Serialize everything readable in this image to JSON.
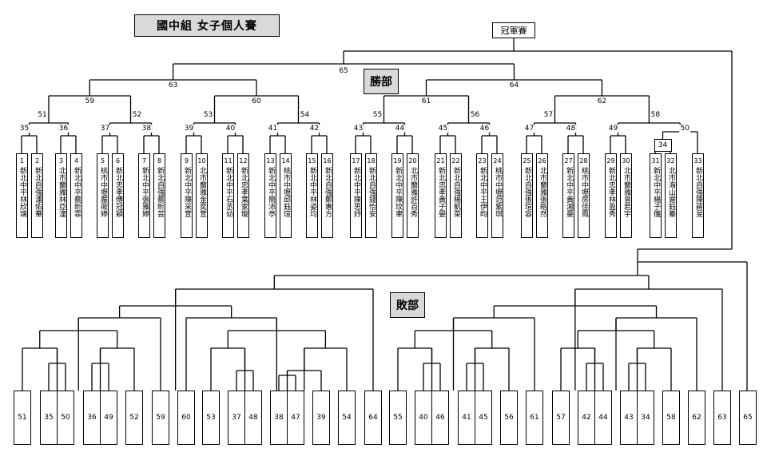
{
  "title": "國中組  女子個人賽",
  "final_label": "冠軍賽",
  "winners_label": "勝部",
  "losers_label": "敗部",
  "players": [
    {
      "seed": "1",
      "name": "新北中平林欣璃"
    },
    {
      "seed": "2",
      "name": "新北自強潘佑華"
    },
    {
      "seed": "3",
      "name": "北市蘭雅林亞潼"
    },
    {
      "seed": "4",
      "name": "新北中平蔡昕霏"
    },
    {
      "seed": "5",
      "name": "桃市中壢嚴莜婷"
    },
    {
      "seed": "6",
      "name": "新北忠孝傅冠穎"
    },
    {
      "seed": "7",
      "name": "新北中平張雅婷"
    },
    {
      "seed": "8",
      "name": "新北自強蔡昕芸"
    },
    {
      "seed": "9",
      "name": "新北中平陳采萱"
    },
    {
      "seed": "10",
      "name": "北市蘭雅金奕萱"
    },
    {
      "seed": "11",
      "name": "新北中平石丞幼"
    },
    {
      "seed": "12",
      "name": "新北忠孝葉家璇"
    },
    {
      "seed": "13",
      "name": "新北中平簡沛亭"
    },
    {
      "seed": "14",
      "name": "桃市中壢邱鈺瑄"
    },
    {
      "seed": "15",
      "name": "新北中平林姿均"
    },
    {
      "seed": "16",
      "name": "新北自強鄭惠方"
    },
    {
      "seed": "17",
      "name": "新北中平陳思妤"
    },
    {
      "seed": "18",
      "name": "新北自強錢怡安"
    },
    {
      "seed": "19",
      "name": "新北中平陳玟聿"
    },
    {
      "seed": "20",
      "name": "北市蘭雅許百秀"
    },
    {
      "seed": "21",
      "name": "新北忠孝黃子晏"
    },
    {
      "seed": "22",
      "name": "新北自強楊凱菜"
    },
    {
      "seed": "23",
      "name": "新北中平王伊昀"
    },
    {
      "seed": "24",
      "name": "桃市中壢范紫琪"
    },
    {
      "seed": "25",
      "name": "新北自強張瑄容"
    },
    {
      "seed": "26",
      "name": "北市蘭雅張皓然"
    },
    {
      "seed": "27",
      "name": "新北中平黃湘蔓"
    },
    {
      "seed": "28",
      "name": "桃市中壢房佳鳳"
    },
    {
      "seed": "29",
      "name": "新北忠孝林盈秀"
    },
    {
      "seed": "30",
      "name": "北市蘭雅曾若宇"
    },
    {
      "seed": "31",
      "name": "新北中平楊子儀"
    },
    {
      "seed": "32",
      "name": "北市海山謝鈺蓁"
    },
    {
      "seed": "33",
      "name": "新北自強陳蔣旻"
    }
  ],
  "first_round_matches": [
    "35",
    "36",
    "37",
    "38",
    "39",
    "40",
    "41",
    "42",
    "43",
    "44",
    "45",
    "46",
    "47",
    "48",
    "49",
    "34",
    "50"
  ],
  "second_round_matches": [
    "51",
    "52",
    "53",
    "54",
    "55",
    "56",
    "57",
    "58"
  ],
  "third_round_matches": [
    "59",
    "60",
    "61",
    "62"
  ],
  "fourth_round_matches": [
    "63",
    "64"
  ],
  "fifth_round_matches": [
    "65"
  ],
  "loser_entries": [
    "51",
    "35",
    "50",
    "36",
    "49",
    "52",
    "59",
    "60",
    "53",
    "37",
    "48",
    "38",
    "47",
    "39",
    "54",
    "64",
    "55",
    "40",
    "46",
    "41",
    "45",
    "56",
    "61",
    "57",
    "42",
    "44",
    "43",
    "34",
    "58",
    "62",
    "63",
    "65"
  ]
}
